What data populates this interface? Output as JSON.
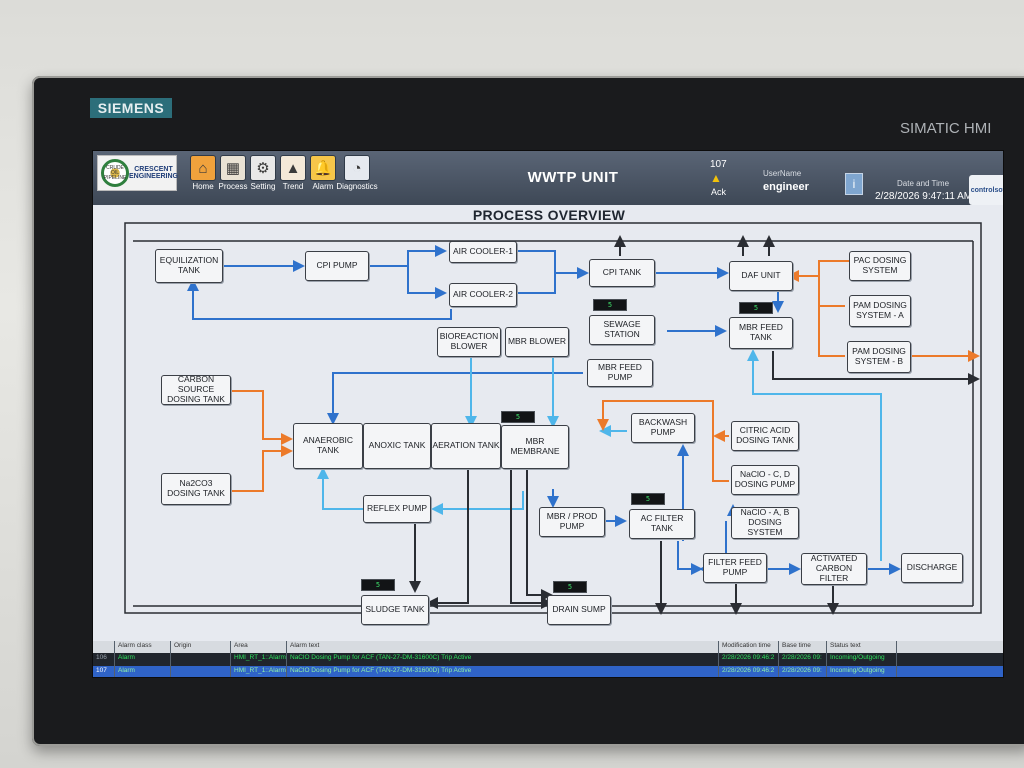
{
  "device": {
    "brand": "SIEMENS",
    "model": "SIMATIC HMI"
  },
  "header": {
    "logo_left_text": "CRUDE OIL PIPELINE",
    "logo_right_text": "CRESCENT ENGINEERING",
    "nav": [
      {
        "label": "Home",
        "icon": "home-icon",
        "glyph": "⌂",
        "color": "#f0a23c"
      },
      {
        "label": "Process",
        "icon": "process-icon",
        "glyph": "▦",
        "color": "#e9e2d4"
      },
      {
        "label": "Setting",
        "icon": "gear-icon",
        "glyph": "⚙",
        "color": "#e8e8e8"
      },
      {
        "label": "Trend",
        "icon": "trend-icon",
        "glyph": "▲",
        "color": "#f4e9d8"
      },
      {
        "label": "Alarm",
        "icon": "bell-icon",
        "glyph": "🔔",
        "color": "#f6c64a"
      },
      {
        "label": "Diagnostics",
        "icon": "diagnostics-icon",
        "glyph": "◔",
        "color": "#e5e9ef"
      }
    ],
    "title": "WWTP UNIT",
    "ack_count": "107",
    "ack_label": "Ack",
    "user_label": "UserName",
    "user_value": "engineer",
    "datetime_label": "Date and Time",
    "datetime_value": "2/28/2026 9:47:11 AM",
    "company_logo": "controlsoft"
  },
  "overview_title": "PROCESS OVERVIEW",
  "blocks": {
    "equalization_tank": "EQUILIZATION TANK",
    "cpi_pump": "CPI PUMP",
    "air_cooler_1": "AIR COOLER-1",
    "air_cooler_2": "AIR COOLER-2",
    "cpi_tank": "CPI TANK",
    "daf_unit": "DAF UNIT",
    "pac_dosing": "PAC DOSING SYSTEM",
    "pam_dosing_a": "PAM DOSING SYSTEM - A",
    "pam_dosing_b": "PAM DOSING SYSTEM - B",
    "sewage_station": "SEWAGE STATION",
    "mbr_feed_tank": "MBR FEED TANK",
    "bioreaction_blower": "BIOREACTION BLOWER",
    "mbr_blower": "MBR BLOWER",
    "mbr_feed_pump": "MBR FEED PUMP",
    "carbon_source": "CARBON SOURCE DOSING TANK",
    "anaerobic_tank": "ANAEROBIC TANK",
    "anoxic_tank": "ANOXIC TANK",
    "aeration_tank": "AERATION TANK",
    "mbr_membrane": "MBR MEMBRANE",
    "backwash_pump": "BACKWASH PUMP",
    "citric_acid": "CITRIC ACID DOSING TANK",
    "naclo_cd": "NaClO - C, D DOSING PUMP",
    "na2co3": "Na2CO3 DOSING TANK",
    "reflex_pump": "REFLEX PUMP",
    "mbr_prod_pump": "MBR / PROD PUMP",
    "ac_filter_tank": "AC FILTER TANK",
    "naclo_ab": "NaClO - A, B DOSING SYSTEM",
    "filter_feed_pump": "FILTER FEED PUMP",
    "activated_carbon": "ACTIVATED CARBON FILTER",
    "discharge": "DISCHARGE",
    "sludge_tank": "SLUDGE TANK",
    "drain_sump": "DRAIN SUMP"
  },
  "levels": {
    "sewage": "5",
    "mbr_feed": "5",
    "mbr_membrane": "5",
    "ac_filter": "5",
    "sludge": "5",
    "drain": "5"
  },
  "colors": {
    "water_line": "#2f72cc",
    "air_line": "#4fb6ea",
    "chemical_line": "#ec7a2a",
    "sludge_line": "#2a2d33"
  },
  "alarms": {
    "headers": [
      "",
      "Alarm class",
      "Origin",
      "Area",
      "Alarm text",
      "Modification time",
      "Base time",
      "Status text"
    ],
    "rows": [
      [
        "106",
        "Alarm",
        "",
        "HMI_RT_1::Alarm",
        "NaClO Dosing Pump for ACF (TAN-27-DM-31600C) Trip Active",
        "2/28/2026 09:46:2",
        "2/28/2026 09:",
        "Incoming/Outgoing"
      ],
      [
        "107",
        "Alarm",
        "",
        "HMI_RT_1::Alarm",
        "NaClO Dosing Pump for ACF (TAN-27-DM-31600D) Trip Active",
        "2/28/2026 09:46:2",
        "2/28/2026 09:",
        "Incoming/Outgoing"
      ]
    ]
  }
}
